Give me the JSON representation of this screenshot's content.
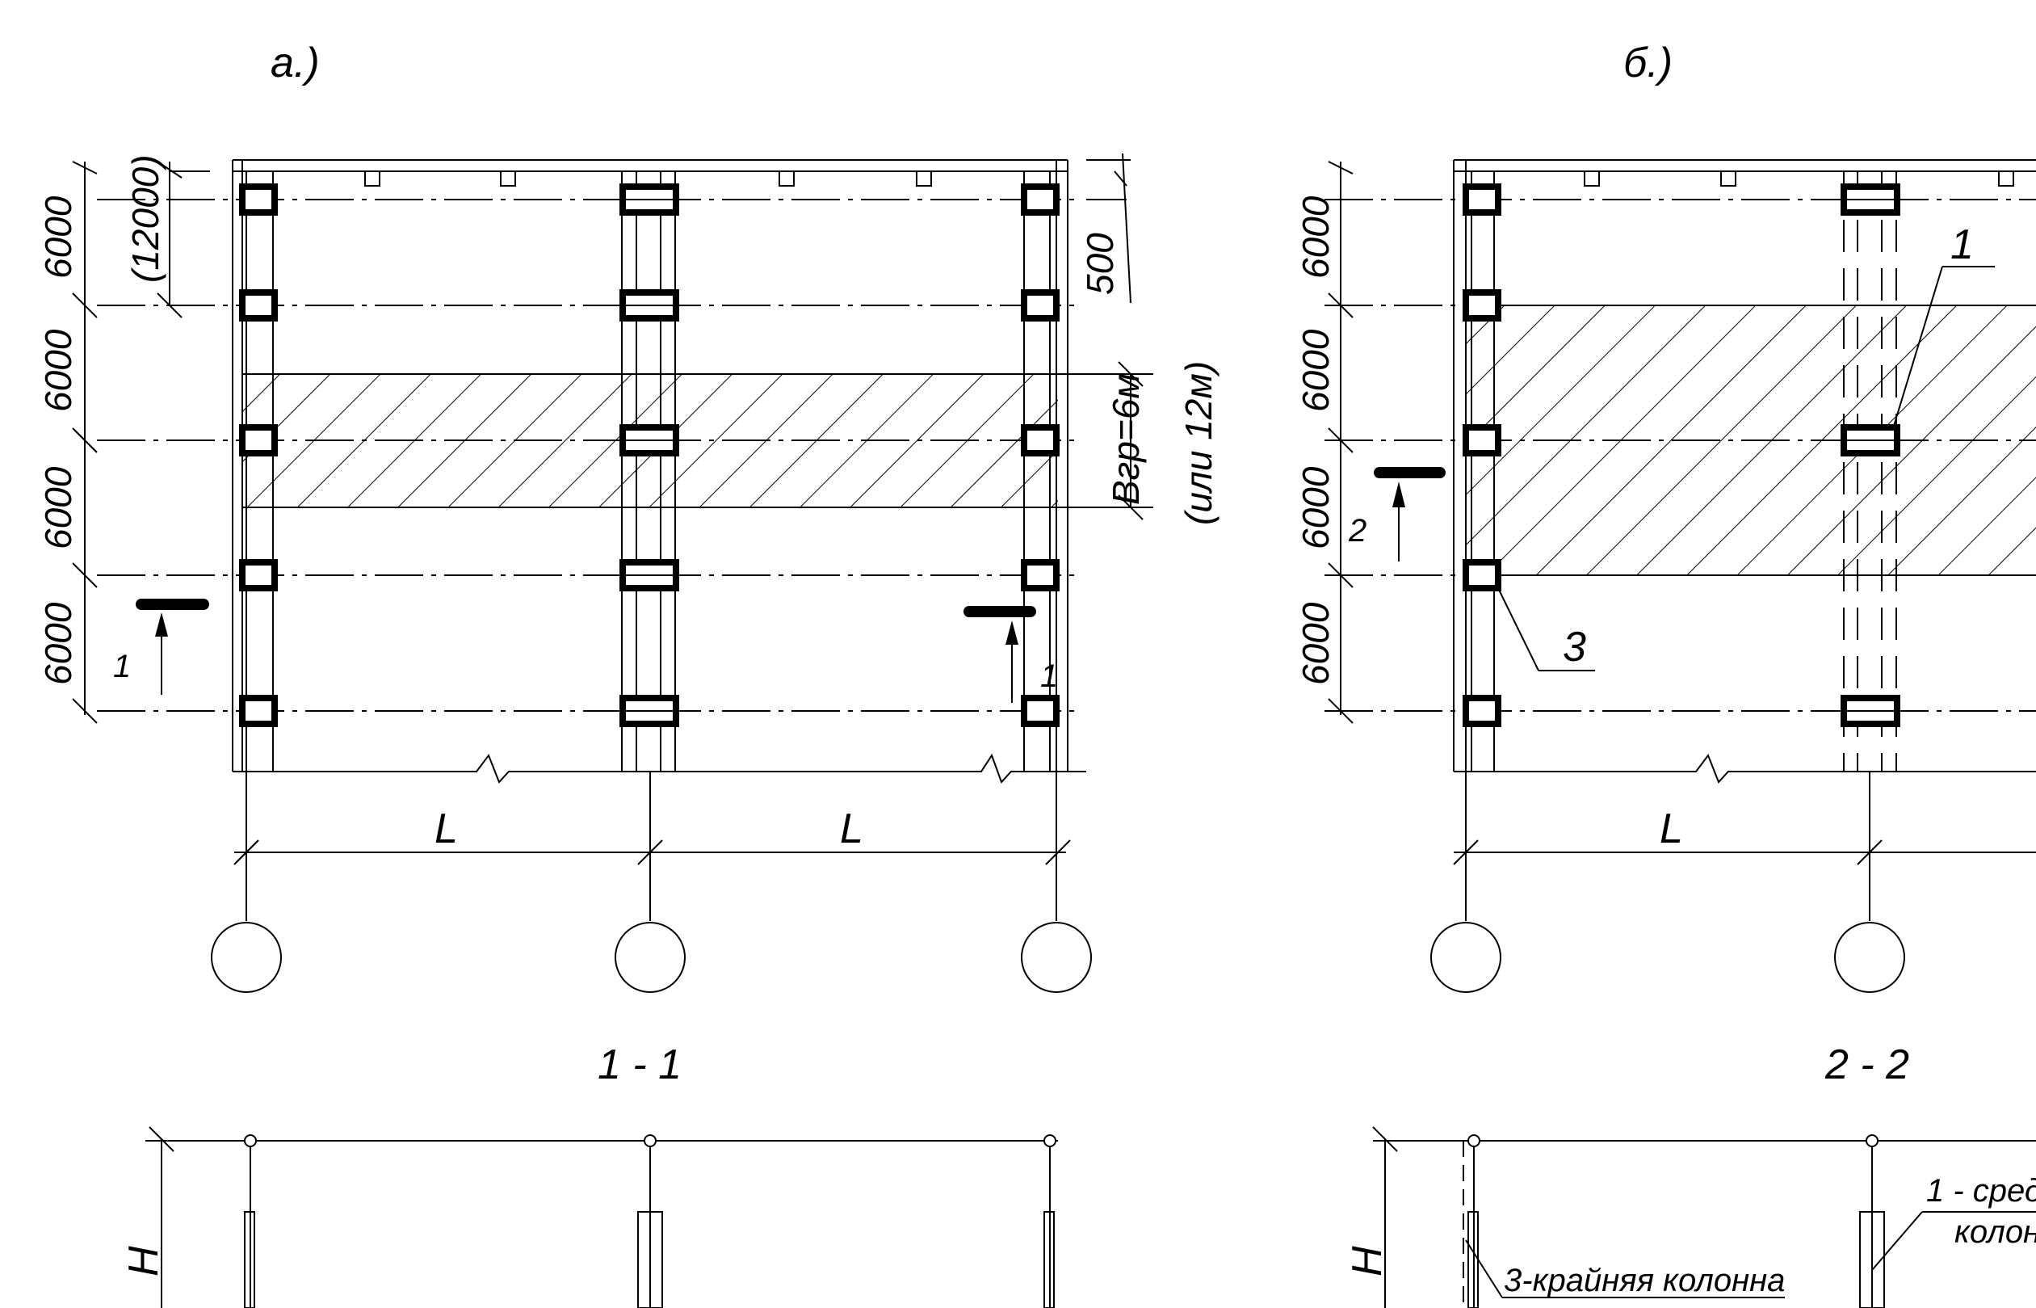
{
  "panel_a": {
    "title": "а.)",
    "spacings": [
      "6000",
      "6000",
      "6000",
      "6000"
    ],
    "alt_spacing": "(12000)",
    "offset": "500",
    "bgr": "Вгр=6м",
    "bgr_alt": "(или 12м)",
    "span": "L",
    "section_mark": "1"
  },
  "panel_b": {
    "title": "б.)",
    "spacings": [
      "6000",
      "6000",
      "6000",
      "6000"
    ],
    "span": "L",
    "section_mark": "2",
    "callout_1": "1",
    "callout_3": "3"
  },
  "section_1": {
    "title": "1 -  1",
    "height": "H"
  },
  "section_2": {
    "title": "2 -  2",
    "height": "H",
    "note_edge": "3-крайняя колонна",
    "note_middle_1": "1 -  сред",
    "note_middle_2": "колон"
  }
}
